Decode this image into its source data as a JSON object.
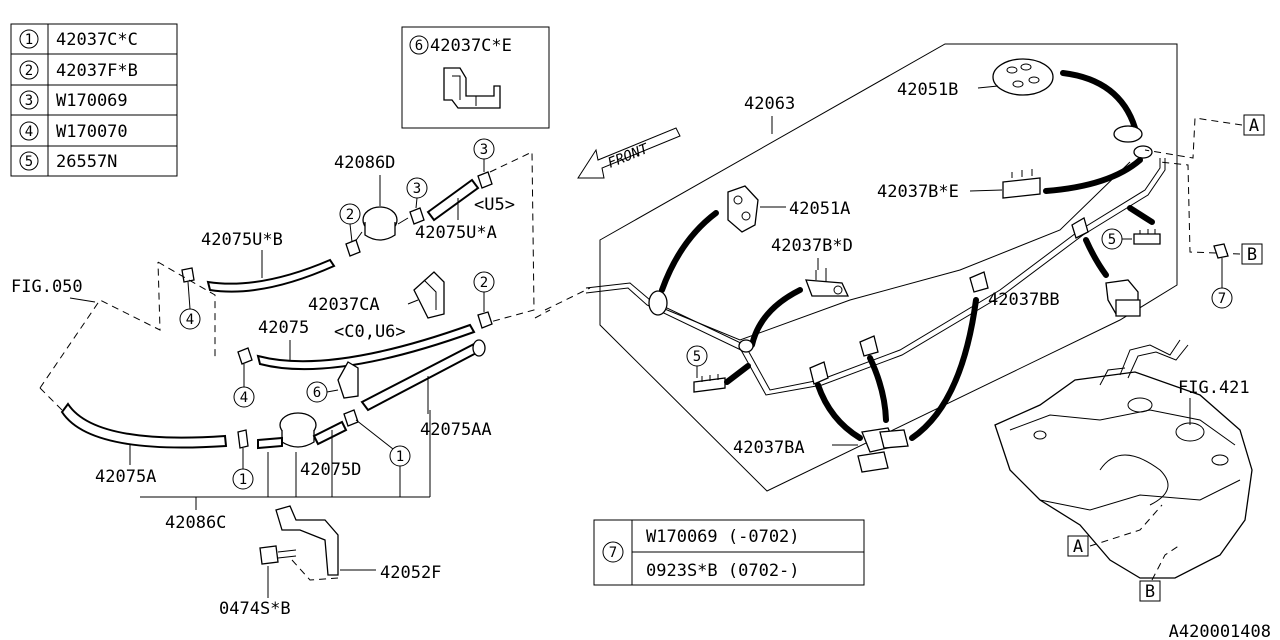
{
  "legend_table": [
    {
      "num": "1",
      "code": "42037C*C"
    },
    {
      "num": "2",
      "code": "42037F*B"
    },
    {
      "num": "3",
      "code": "W170069"
    },
    {
      "num": "4",
      "code": "W170070"
    },
    {
      "num": "5",
      "code": "26557N"
    }
  ],
  "inset_6": {
    "num": "6",
    "code": "42037C*E"
  },
  "table_7": {
    "num": "7",
    "rows": [
      "W170069 (-0702)",
      "0923S*B (0702-)"
    ]
  },
  "labels": {
    "p42063": "42063",
    "p42051B": "42051B",
    "p42051A": "42051A",
    "p42037BxE": "42037B*E",
    "p42037BxD": "42037B*D",
    "p42037BB": "42037BB",
    "p42037BA": "42037BA",
    "p42086D": "42086D",
    "p42075UxB": "42075U*B",
    "p42075UxA": "42075U*A",
    "u5": "<U5>",
    "p42037CA": "42037CA",
    "p42075": "42075",
    "c0u6": "<C0,U6>",
    "p42075AA": "42075AA",
    "p42075D": "42075D",
    "p42075A": "42075A",
    "p42086C": "42086C",
    "p42052F": "42052F",
    "p0474SxB": "0474S*B",
    "fig050": "FIG.050",
    "fig421": "FIG.421",
    "front": "FRONT",
    "ref_A": "A",
    "ref_B": "B",
    "diagram_id": "A420001408"
  },
  "callouts": {
    "c1": "1",
    "c2": "2",
    "c3": "3",
    "c4": "4",
    "c5": "5",
    "c6": "6",
    "c7": "7"
  }
}
